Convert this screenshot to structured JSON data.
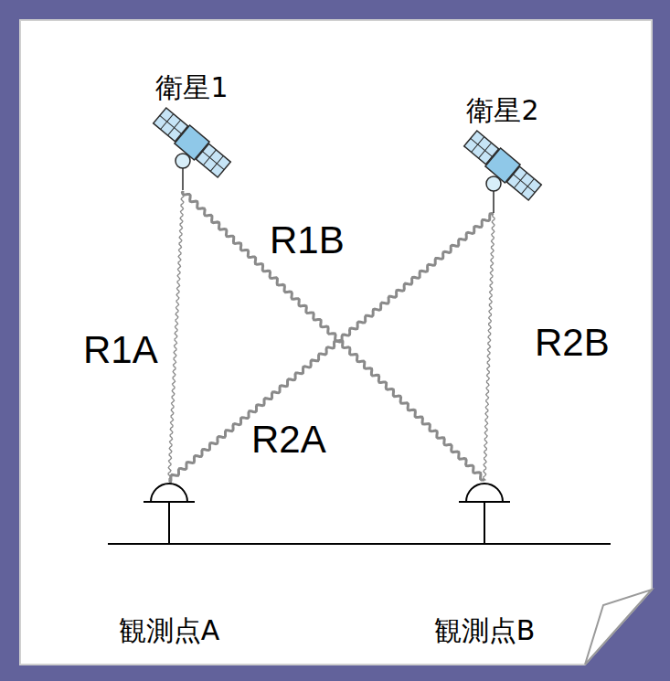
{
  "diagram": {
    "nodes": [
      {
        "text": [
          "衛星1"
        ]
      },
      {
        "text": [
          "衛星2"
        ]
      },
      {
        "text": [
          "観測点A"
        ]
      },
      {
        "text": [
          "観測点B"
        ]
      }
    ],
    "edges": [
      {
        "from": 0,
        "to": 2,
        "arrow": "none",
        "label": "R1A"
      },
      {
        "from": 0,
        "to": 3,
        "arrow": "none",
        "label": "R1B"
      },
      {
        "from": 1,
        "to": 2,
        "arrow": "none",
        "label": "R2A"
      },
      {
        "from": 1,
        "to": 3,
        "arrow": "none",
        "label": "R2B"
      }
    ]
  }
}
